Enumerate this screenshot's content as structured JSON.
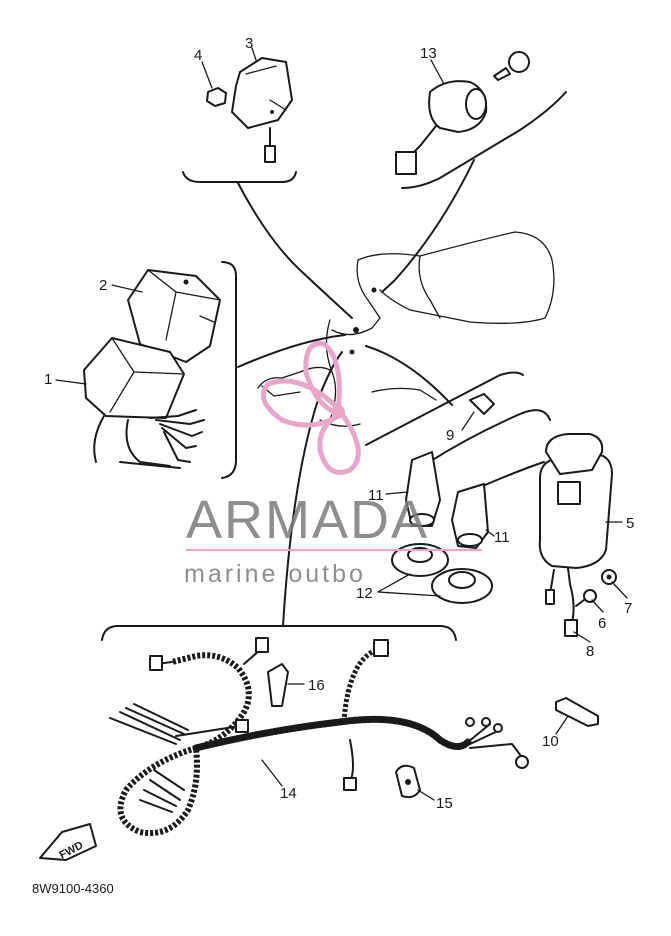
{
  "diagram": {
    "part_code": "8W9100-4360",
    "fwd_label": "FWD",
    "callouts": [
      {
        "id": "c1",
        "label": "1"
      },
      {
        "id": "c2",
        "label": "2"
      },
      {
        "id": "c3",
        "label": "3"
      },
      {
        "id": "c4",
        "label": "4"
      },
      {
        "id": "c5",
        "label": "5"
      },
      {
        "id": "c6",
        "label": "6"
      },
      {
        "id": "c7",
        "label": "7"
      },
      {
        "id": "c8",
        "label": "8"
      },
      {
        "id": "c9",
        "label": "9"
      },
      {
        "id": "c10",
        "label": "10"
      },
      {
        "id": "c11a",
        "label": "11"
      },
      {
        "id": "c11b",
        "label": "11"
      },
      {
        "id": "c12",
        "label": "12"
      },
      {
        "id": "c13",
        "label": "13"
      },
      {
        "id": "c14",
        "label": "14"
      },
      {
        "id": "c15",
        "label": "15"
      },
      {
        "id": "c16",
        "label": "16"
      }
    ]
  },
  "watermark": {
    "brand": "ARMADA",
    "tagline": "marine outbo",
    "logo_color": "#e8a6c8",
    "rule_color": "#e8a6c8"
  }
}
